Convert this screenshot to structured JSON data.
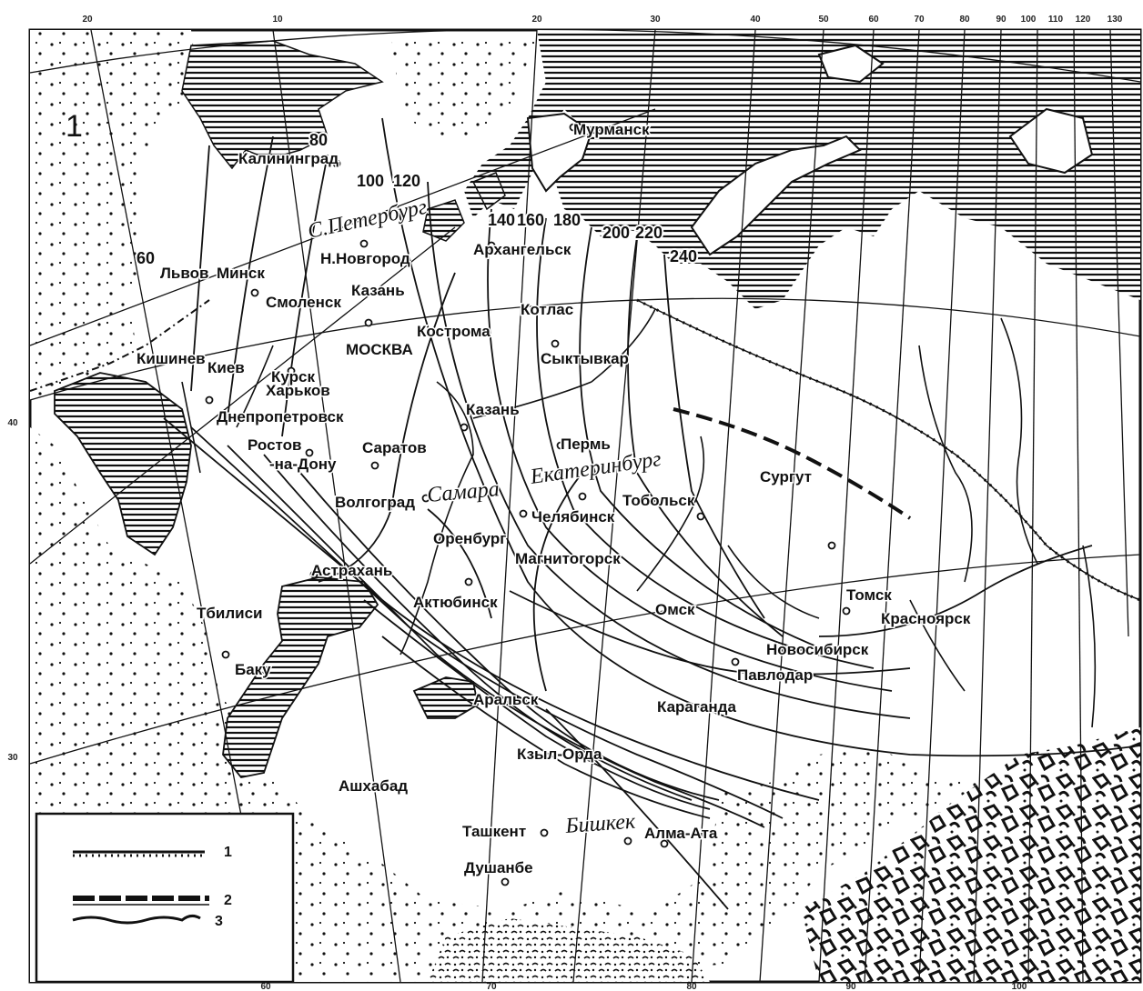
{
  "map": {
    "border_label": "1",
    "cities": [
      {
        "id": "murmansk",
        "name": "Мурманск"
      },
      {
        "id": "kaliningrad",
        "name": "Калининград"
      },
      {
        "id": "arkhangelsk",
        "name": "Архангельск"
      },
      {
        "id": "novgorod",
        "name": "Н.Новгород"
      },
      {
        "id": "lvov",
        "name": "Львов"
      },
      {
        "id": "minsk",
        "name": "Минск"
      },
      {
        "id": "smolensk",
        "name": "Смоленск"
      },
      {
        "id": "kazan1",
        "name": "Казань"
      },
      {
        "id": "kotlas",
        "name": "Котлас"
      },
      {
        "id": "kostroma",
        "name": "Кострома"
      },
      {
        "id": "moskva",
        "name": "МОСКВА"
      },
      {
        "id": "kishinev",
        "name": "Кишинев"
      },
      {
        "id": "kiev",
        "name": "Киев"
      },
      {
        "id": "kursk",
        "name": "Курск"
      },
      {
        "id": "syktyvkar",
        "name": "Сыктывкар"
      },
      {
        "id": "kharkov",
        "name": "Харьков"
      },
      {
        "id": "dnepropetrovsk",
        "name": "Днепропетровск"
      },
      {
        "id": "kazan2",
        "name": "Казань"
      },
      {
        "id": "rostov1",
        "name": "Ростов"
      },
      {
        "id": "rostov2",
        "name": "-на-Дону"
      },
      {
        "id": "saratov",
        "name": "Саратов"
      },
      {
        "id": "perm",
        "name": "Пермь"
      },
      {
        "id": "surgut",
        "name": "Сургут"
      },
      {
        "id": "volgograd",
        "name": "Волгоград"
      },
      {
        "id": "tobolsk",
        "name": "Тобольск"
      },
      {
        "id": "chelyabinsk",
        "name": "Челябинск"
      },
      {
        "id": "orenburg",
        "name": "Оренбург"
      },
      {
        "id": "magnitogorsk",
        "name": "Магнитогорск"
      },
      {
        "id": "astrakhan",
        "name": "Астрахань"
      },
      {
        "id": "tbilisi",
        "name": "Тбилиси"
      },
      {
        "id": "aktyubinsk",
        "name": "Актюбинск"
      },
      {
        "id": "omsk",
        "name": "Омск"
      },
      {
        "id": "tomsk",
        "name": "Томск"
      },
      {
        "id": "krasnoyarsk",
        "name": "Красноярск"
      },
      {
        "id": "novosibirsk",
        "name": "Новосибирск"
      },
      {
        "id": "pavlodar",
        "name": "Павлодар"
      },
      {
        "id": "baku",
        "name": "Баку"
      },
      {
        "id": "aralsk",
        "name": "Аральск"
      },
      {
        "id": "karaganda",
        "name": "Караганда"
      },
      {
        "id": "kzylorda",
        "name": "Кзыл-Орда"
      },
      {
        "id": "ashkhabad",
        "name": "Ашхабад"
      },
      {
        "id": "tashkent",
        "name": "Ташкент"
      },
      {
        "id": "almaata",
        "name": "Алма-Ата"
      },
      {
        "id": "dushanbe",
        "name": "Душанбе"
      }
    ],
    "handwritten_labels": [
      {
        "id": "spb",
        "name": "С.Петербург"
      },
      {
        "id": "ekb",
        "name": "Екатеринбург"
      },
      {
        "id": "samara",
        "name": "Самара"
      },
      {
        "id": "bishkek",
        "name": "Бишкек"
      }
    ],
    "isolines": [
      "80",
      "100",
      "120",
      "140",
      "160",
      "180",
      "200",
      "220",
      "240",
      "60"
    ],
    "lon_ticks_top": [
      "20",
      "10",
      "20",
      "30",
      "40",
      "50",
      "60",
      "70",
      "80",
      "90",
      "100",
      "110",
      "120",
      "130"
    ],
    "lon_ticks_bottom": [
      "60",
      "70",
      "80",
      "90",
      "100"
    ],
    "lat_ticks_left": [
      "40",
      "30"
    ],
    "legend": [
      {
        "num": "1",
        "symbol": "hatched-line-icon"
      },
      {
        "num": "2",
        "symbol": "dashed-bar-line-icon"
      },
      {
        "num": "3",
        "symbol": "wavy-line-icon"
      }
    ],
    "colors": {
      "ink": "#111111",
      "paper": "#ffffff"
    }
  }
}
